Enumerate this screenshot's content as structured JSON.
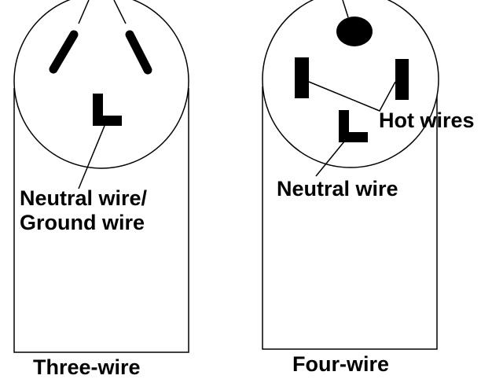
{
  "three_wire": {
    "caption": "Three-wire",
    "label_line1": "Neutral wire/",
    "label_line2": "Ground wire"
  },
  "four_wire": {
    "caption": "Four-wire",
    "hot_label": "Hot wires",
    "neutral_label": "Neutral wire"
  },
  "colors": {
    "line": "#000000",
    "background": "#ffffff"
  }
}
